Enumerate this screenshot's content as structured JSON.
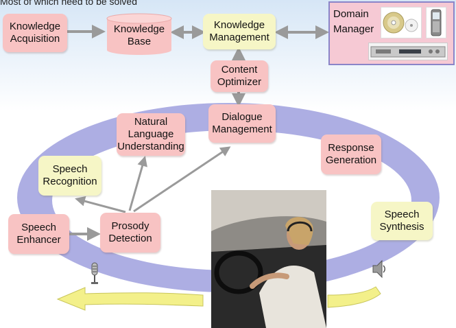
{
  "top_caption": "Most of which need to be solved",
  "nodes": {
    "knowledge_acquisition": "Knowledge Acquisition",
    "knowledge_base": "Knowledge Base",
    "knowledge_management": "Knowledge Management",
    "content_optimizer": "Content Optimizer",
    "dialogue_management": "Dialogue Management",
    "nlu": "Natural Language Understanding",
    "speech_recognition": "Speech Recognition",
    "response_generation": "Response Generation",
    "speech_synthesis": "Speech Synthesis",
    "speech_enhancer": "Speech Enhancer",
    "prosody_detection": "Prosody Detection"
  },
  "domain_panel": {
    "label": "Domain Manager"
  },
  "colors": {
    "pink_node": "#f8c3c3",
    "yellow_node": "#f6f6c6",
    "arrow_gray": "#9a9a9a",
    "ring": "#9fa0de",
    "ring_inner": "#ffffff",
    "panel_bg": "#f6c9d4",
    "panel_border": "#8a84c8",
    "yellow_arrow": "#f3f08a"
  },
  "icons": {
    "microphone": "microphone-icon",
    "speaker": "speaker-icon",
    "cd": "cd-disc-icon",
    "phone": "mobile-phone-icon",
    "player": "dvd-player-icon"
  }
}
